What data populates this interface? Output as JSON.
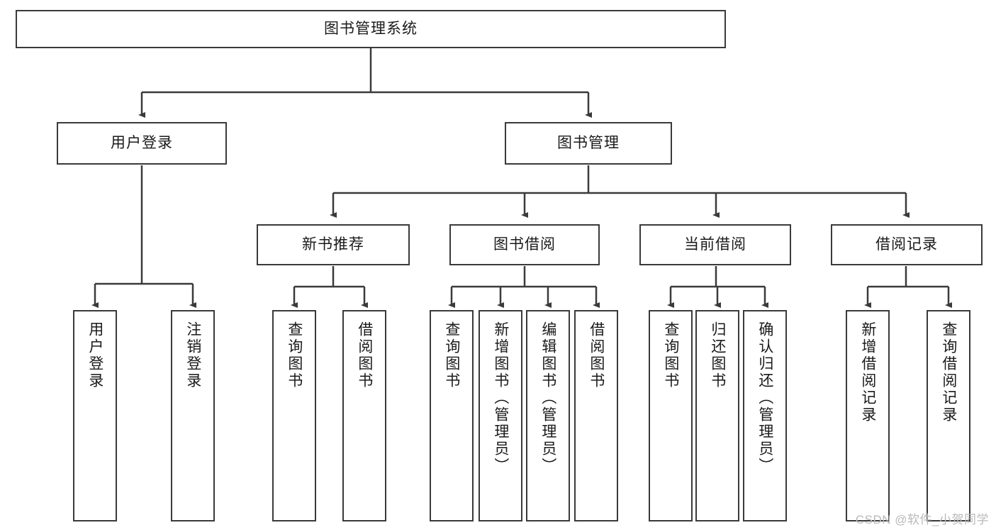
{
  "diagram": {
    "title": "图书管理系统",
    "type": "hierarchy-tree",
    "watermark": "CSDN @软件_小贺同学",
    "colors": {
      "stroke": "#3a3a3a",
      "fill": "#ffffff",
      "text": "#1a1a1a",
      "watermark": "#b9b9b9"
    },
    "nodes": {
      "root": {
        "label": "图书管理系统"
      },
      "level1": [
        {
          "id": "user-login",
          "label": "用户登录"
        },
        {
          "id": "book-manage",
          "label": "图书管理"
        }
      ],
      "level2": [
        {
          "id": "new-book-recommend",
          "label": "新书推荐"
        },
        {
          "id": "book-borrow",
          "label": "图书借阅"
        },
        {
          "id": "current-borrow",
          "label": "当前借阅"
        },
        {
          "id": "borrow-record",
          "label": "借阅记录"
        }
      ],
      "leaves": {
        "user_login": [
          {
            "id": "leaf-user-login",
            "label": "用户登录"
          },
          {
            "id": "leaf-logout",
            "label": "注销登录"
          }
        ],
        "new_book_recommend": [
          {
            "id": "leaf-query-book-1",
            "label": "查询图书"
          },
          {
            "id": "leaf-borrow-book-1",
            "label": "借阅图书"
          }
        ],
        "book_borrow": [
          {
            "id": "leaf-query-book-2",
            "label": "查询图书"
          },
          {
            "id": "leaf-add-book",
            "label": "新增图书（管理员）"
          },
          {
            "id": "leaf-edit-book",
            "label": "编辑图书（管理员）"
          },
          {
            "id": "leaf-borrow-book-2",
            "label": "借阅图书"
          }
        ],
        "current_borrow": [
          {
            "id": "leaf-query-book-3",
            "label": "查询图书"
          },
          {
            "id": "leaf-return-book",
            "label": "归还图书"
          },
          {
            "id": "leaf-confirm-return",
            "label": "确认归还（管理员）"
          }
        ],
        "borrow_record": [
          {
            "id": "leaf-add-record",
            "label": "新增借阅记录"
          },
          {
            "id": "leaf-query-record",
            "label": "查询借阅记录"
          }
        ]
      }
    }
  }
}
